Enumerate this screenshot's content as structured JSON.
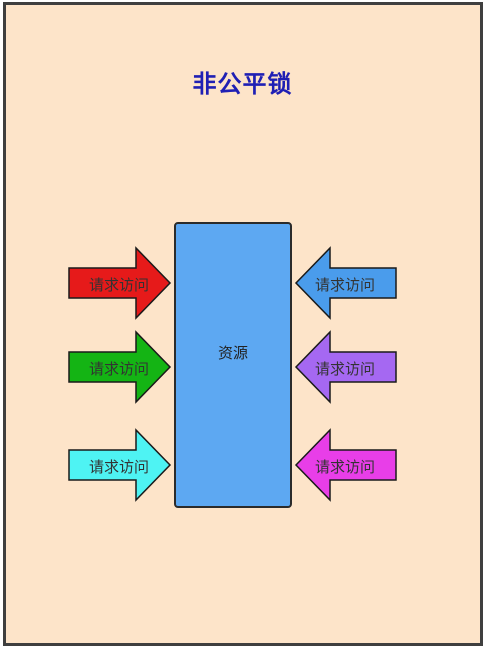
{
  "title": "非公平锁",
  "resource": {
    "label": "资源",
    "color": "#5da8f2"
  },
  "left_arrows": [
    {
      "label": "请求访问",
      "color": "#e61a1a"
    },
    {
      "label": "请求访问",
      "color": "#14b414"
    },
    {
      "label": "请求访问",
      "color": "#4ef3f3"
    }
  ],
  "right_arrows": [
    {
      "label": "请求访问",
      "color": "#4a9cec"
    },
    {
      "label": "请求访问",
      "color": "#a568f2"
    },
    {
      "label": "请求访问",
      "color": "#e83ee8"
    }
  ],
  "colors": {
    "background": "#fde4c9",
    "title": "#1f1fb4",
    "border": "#3f3f3f"
  }
}
